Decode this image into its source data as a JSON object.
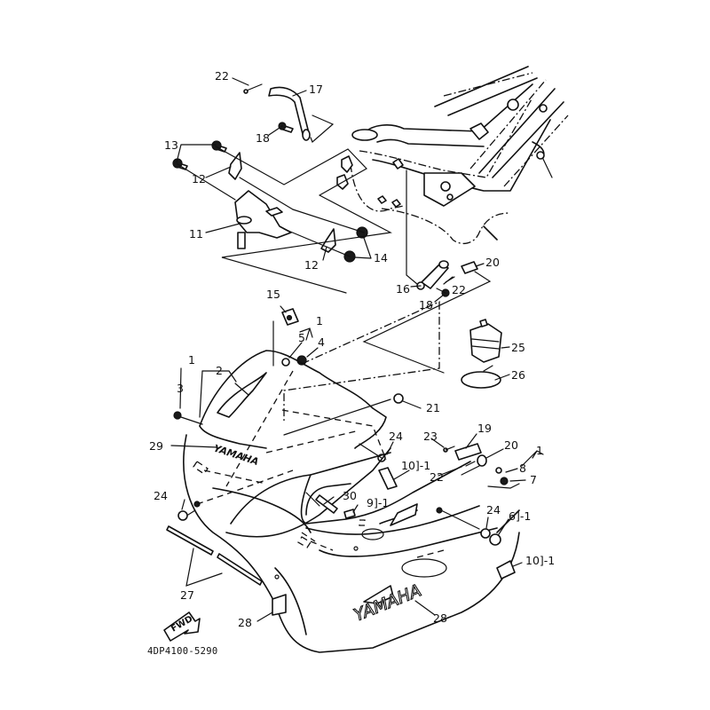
{
  "diagram": {
    "title": "Cowling / Fairing exploded parts diagram",
    "part_code": "4DP4100-5290",
    "brand_text": "YAMAHA",
    "fwd_text": "FWD",
    "callouts": [
      {
        "id": "c22a",
        "label": "22"
      },
      {
        "id": "c17",
        "label": "17"
      },
      {
        "id": "c18a",
        "label": "18"
      },
      {
        "id": "c13",
        "label": "13"
      },
      {
        "id": "c12a",
        "label": "12"
      },
      {
        "id": "c11",
        "label": "11"
      },
      {
        "id": "c12b",
        "label": "12"
      },
      {
        "id": "c14",
        "label": "14"
      },
      {
        "id": "c20a",
        "label": "20"
      },
      {
        "id": "c16",
        "label": "16"
      },
      {
        "id": "c22b",
        "label": "22"
      },
      {
        "id": "c18b",
        "label": "18"
      },
      {
        "id": "c15",
        "label": "15"
      },
      {
        "id": "c1a",
        "label": "1"
      },
      {
        "id": "c5",
        "label": "5"
      },
      {
        "id": "c4",
        "label": "4"
      },
      {
        "id": "c25",
        "label": "25"
      },
      {
        "id": "c1b",
        "label": "1"
      },
      {
        "id": "c2",
        "label": "2"
      },
      {
        "id": "c26",
        "label": "26"
      },
      {
        "id": "c3",
        "label": "3"
      },
      {
        "id": "c21",
        "label": "21"
      },
      {
        "id": "c29",
        "label": "29"
      },
      {
        "id": "c24a",
        "label": "24"
      },
      {
        "id": "c23",
        "label": "23"
      },
      {
        "id": "c19",
        "label": "19"
      },
      {
        "id": "c20b",
        "label": "20"
      },
      {
        "id": "c1c",
        "label": "1"
      },
      {
        "id": "c10a",
        "label": "10]-1"
      },
      {
        "id": "c8",
        "label": "8"
      },
      {
        "id": "c22c",
        "label": "22"
      },
      {
        "id": "c7",
        "label": "7"
      },
      {
        "id": "c30",
        "label": "30"
      },
      {
        "id": "c9",
        "label": "9]-1"
      },
      {
        "id": "c24b",
        "label": "24"
      },
      {
        "id": "c24c",
        "label": "24"
      },
      {
        "id": "c6",
        "label": "6]-1"
      },
      {
        "id": "c10b",
        "label": "10]-1"
      },
      {
        "id": "c27",
        "label": "27"
      },
      {
        "id": "c28a",
        "label": "28"
      },
      {
        "id": "c28b",
        "label": "28"
      }
    ]
  }
}
